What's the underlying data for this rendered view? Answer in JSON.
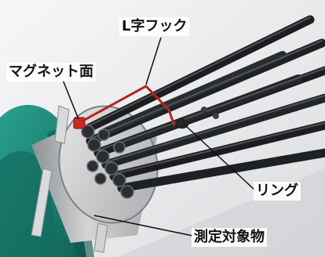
{
  "labels": {
    "hook": "L字フック",
    "magnet_face": "マグネット面",
    "ring": "リング",
    "target": "測定対象物"
  },
  "colors": {
    "teal_body": "#1e8476",
    "magnet_red": "#cc2a26",
    "hook_red": "#b3261e",
    "rod_dark": "#202326",
    "disk_silver": "#b7babc"
  }
}
